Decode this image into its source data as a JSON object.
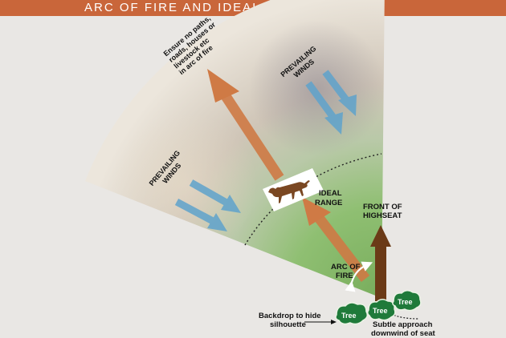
{
  "title": "ARC OF FIRE AND IDEAL RANGE",
  "labels": {
    "ensure_l1": "Ensure no paths,",
    "ensure_l2": "roads, houses or",
    "ensure_l3": "livestock etc",
    "ensure_l4": "in arc of fire",
    "prevailing_top_l1": "PREVAILING",
    "prevailing_top_l2": "WINDS",
    "prevailing_left_l1": "PREVAILING",
    "prevailing_left_l2": "WINDS",
    "ideal_l1": "IDEAL",
    "ideal_l2": "RANGE",
    "front_l1": "FRONT OF",
    "front_l2": "HIGHSEAT",
    "arc_l1": "ARC OF",
    "arc_l2": "FIRE",
    "backdrop_l1": "Backdrop to hide",
    "backdrop_l2": "silhouette",
    "subtle_l1": "Subtle approach",
    "subtle_l2": "downwind of seat",
    "tree1": "Tree",
    "tree2": "Tree",
    "tree3": "Tree"
  },
  "colors": {
    "title_bar": "#c9663a",
    "orange_arrow": "#cf7a45",
    "brown_arrow": "#6b3a17",
    "wind_arrow": "#5fa3cc",
    "tree_green": "#1f7a3a"
  }
}
